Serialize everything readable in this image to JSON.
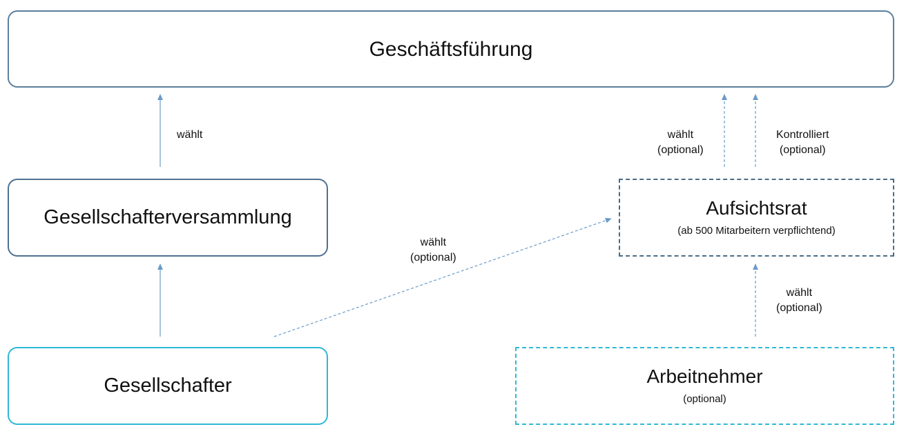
{
  "nodes": {
    "geschaeftsfuehrung": {
      "title": "Geschäftsführung"
    },
    "gesellschafterversammlung": {
      "title": "Gesellschafterversammlung"
    },
    "gesellschafter": {
      "title": "Gesellschafter"
    },
    "aufsichtsrat": {
      "title": "Aufsichtsrat",
      "subtitle": "(ab 500 Mitarbeitern verpflichtend)"
    },
    "arbeitnehmer": {
      "title": "Arbeitnehmer",
      "subtitle": "(optional)"
    }
  },
  "edges": {
    "gv_to_gf": {
      "line1": "wählt",
      "style": "solid"
    },
    "gs_to_gv": {
      "style": "solid"
    },
    "gs_to_ar": {
      "line1": "wählt",
      "line2": "(optional)",
      "style": "dashed"
    },
    "ar_to_gf_elect": {
      "line1": "wählt",
      "line2": "(optional)",
      "style": "dashed"
    },
    "ar_to_gf_control": {
      "line1": "Kontrolliert",
      "line2": "(optional)",
      "style": "dashed"
    },
    "an_to_ar": {
      "line1": "wählt",
      "line2": "(optional)",
      "style": "dashed"
    }
  },
  "colors": {
    "arrow": "#6a9bc8",
    "box_dark_border": "#4f7190",
    "box_light_border": "#2eb8d6"
  }
}
